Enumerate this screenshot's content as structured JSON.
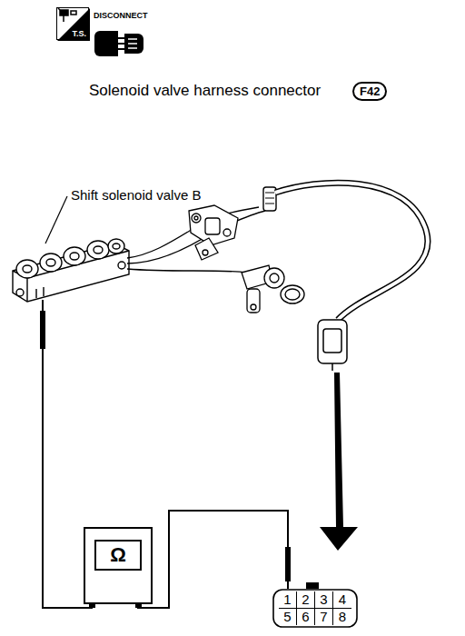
{
  "diagram": {
    "nodes": [
      {
        "text": [
          "T.S."
        ]
      },
      {
        "text": [
          "F42"
        ]
      },
      {
        "text": [
          "Ω"
        ]
      },
      {
        "text": [
          "1",
          "2",
          "3",
          "4",
          "5",
          "6",
          "7",
          "8"
        ]
      }
    ],
    "edges": [
      {
        "from": 2,
        "to": 3,
        "arrow": "none"
      }
    ],
    "labels": [
      "DISCONNECT",
      "Solenoid valve harness connector",
      "Shift solenoid valve B"
    ]
  }
}
